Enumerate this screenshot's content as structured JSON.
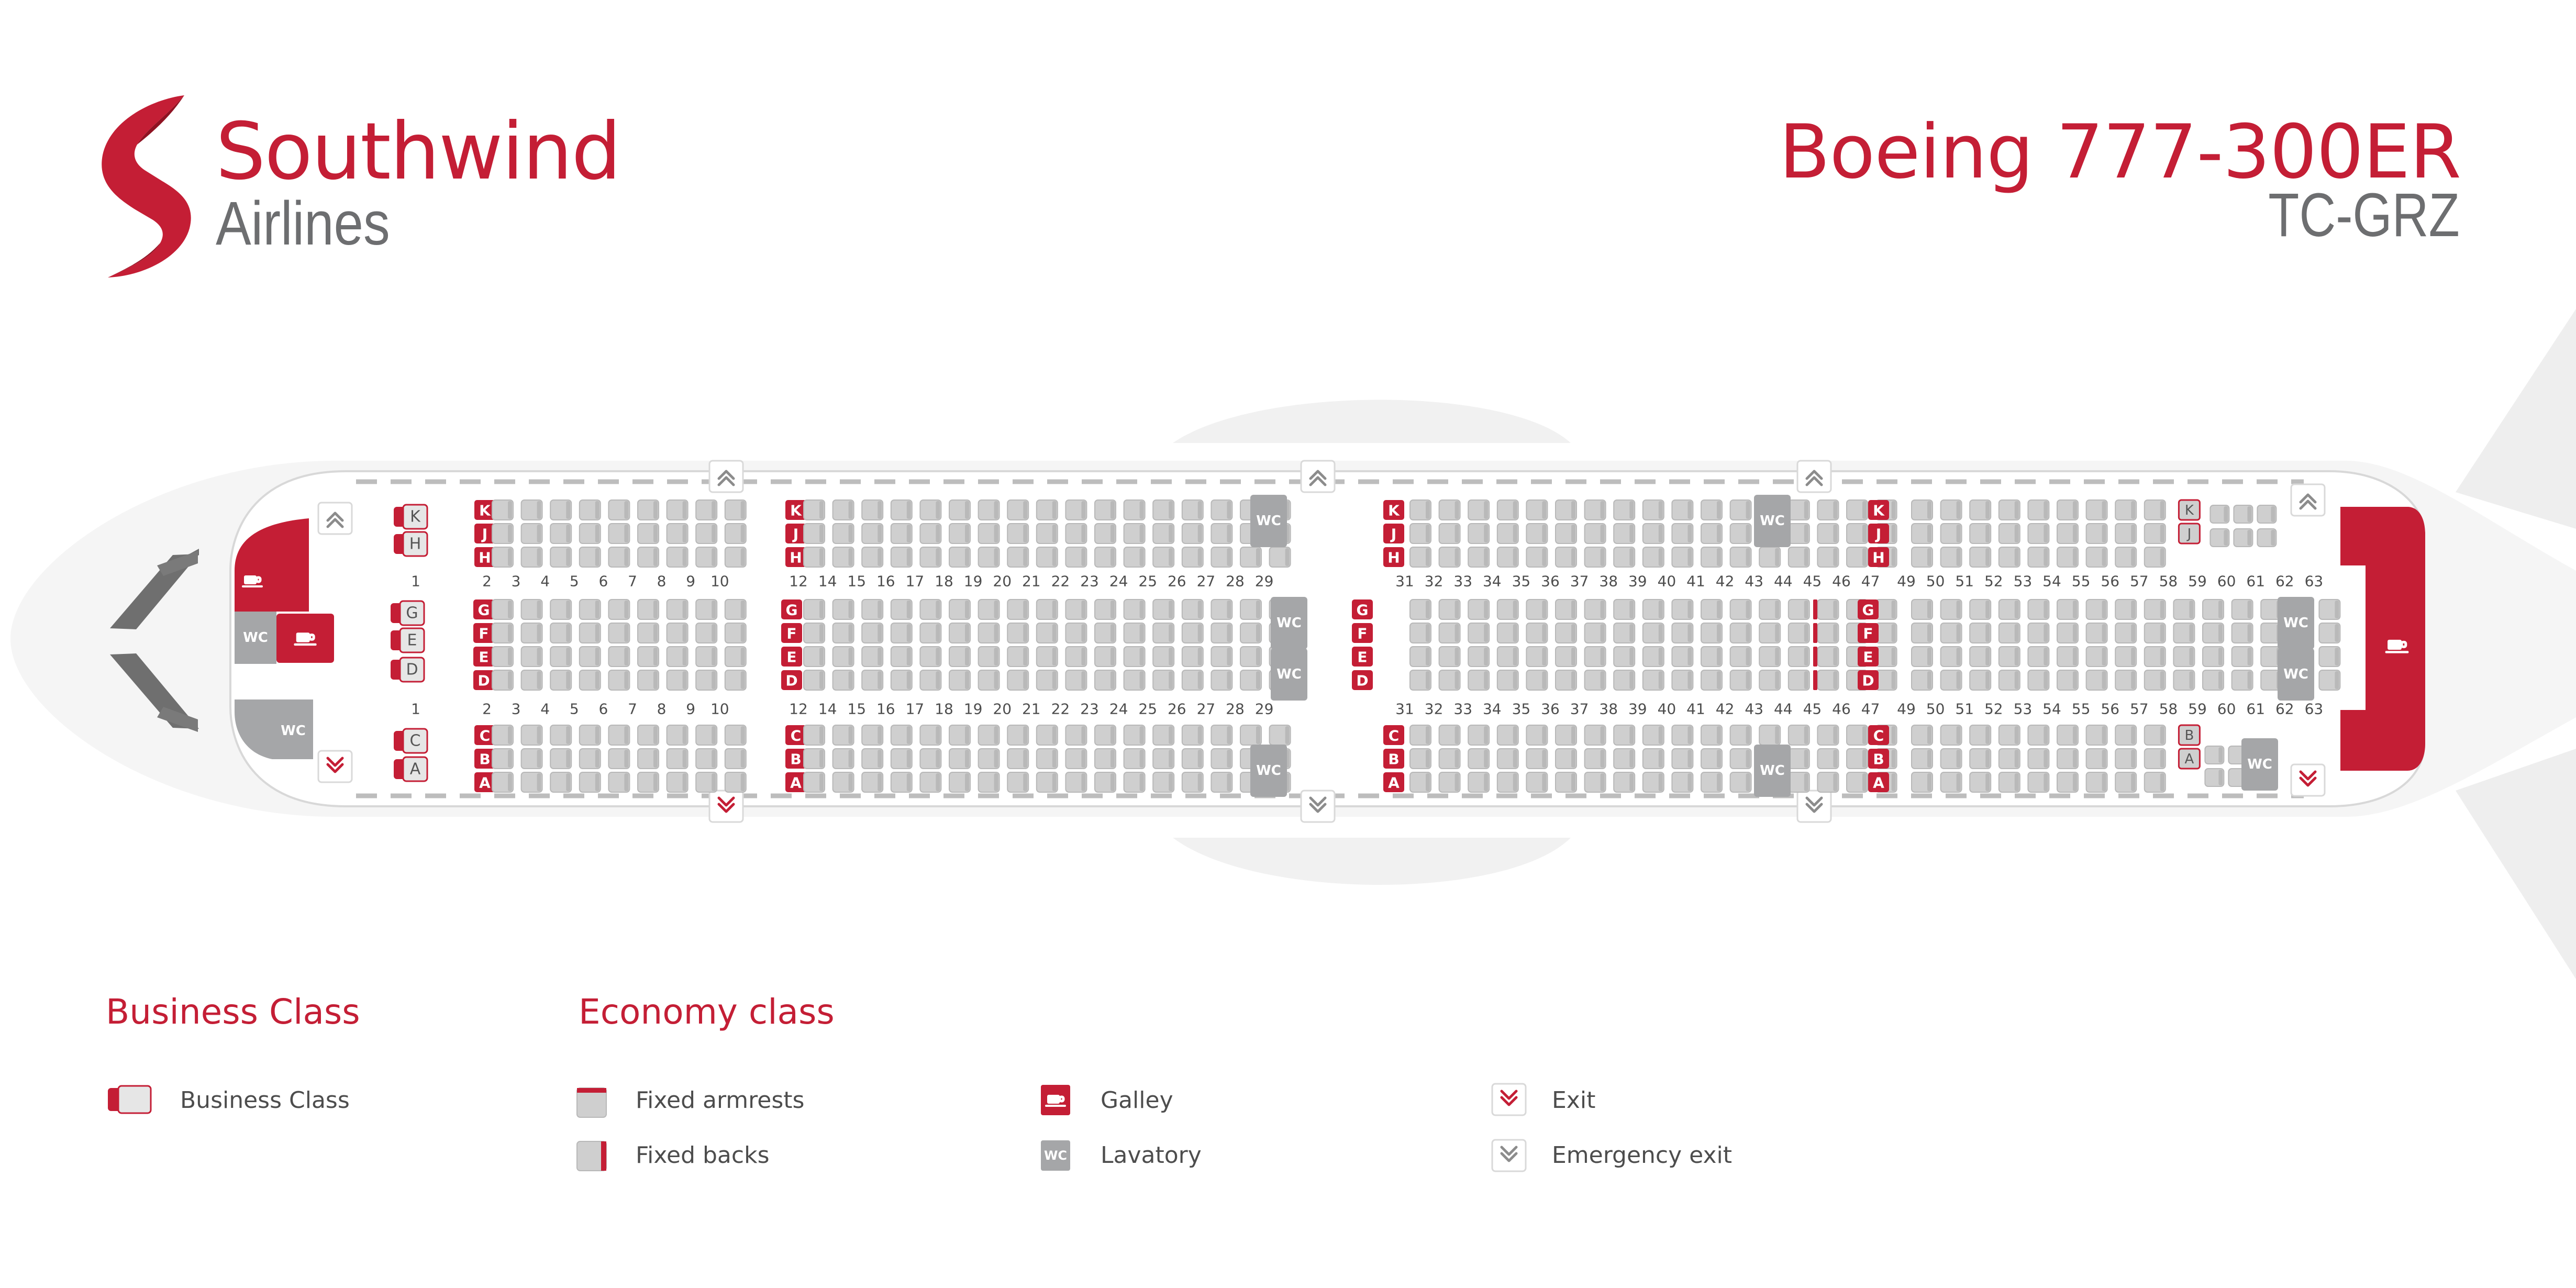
{
  "brand": {
    "name": "Southwind",
    "sub": "Airlines"
  },
  "aircraft": {
    "model": "Boeing 777-300ER",
    "registration": "TC-GRZ"
  },
  "colors": {
    "accent": "#c41e35",
    "seat": "#cfcfcf",
    "seat_border": "#b8b8b8",
    "lav": "#a5a6a8",
    "fuselage": "#f3f3f3",
    "text": "#4d4d4d"
  },
  "lavatory_label": "WC",
  "seatmap": {
    "business": {
      "rows": [
        1
      ],
      "seat_letters": {
        "top": [
          "K",
          "H"
        ],
        "middle": [
          "G",
          "E",
          "D"
        ],
        "bottom": [
          "C",
          "A"
        ]
      },
      "row_label_top": "1",
      "row_label_bottom": "1"
    },
    "economy_sections": [
      {
        "rows": [
          "2",
          "3",
          "4",
          "5",
          "6",
          "7",
          "8",
          "9",
          "10"
        ],
        "top_letters": [
          "K",
          "J",
          "H"
        ],
        "middle_letters": [
          "G",
          "F",
          "E",
          "D"
        ],
        "bottom_letters": [
          "C",
          "B",
          "A"
        ]
      },
      {
        "rows": [
          "12",
          "14",
          "15",
          "16",
          "17",
          "18",
          "19",
          "20",
          "21",
          "22",
          "23",
          "24",
          "25",
          "26",
          "27",
          "28",
          "29"
        ],
        "top_letters": [
          "K",
          "J",
          "H"
        ],
        "middle_letters": [
          "G",
          "F",
          "E",
          "D"
        ],
        "bottom_letters": [
          "C",
          "B",
          "A"
        ]
      },
      {
        "rows": [
          "31",
          "32",
          "33",
          "34",
          "35",
          "36",
          "37",
          "38",
          "39",
          "40",
          "41",
          "42",
          "43",
          "44",
          "45",
          "46",
          "47"
        ],
        "top_letters": [
          "K",
          "J",
          "H"
        ],
        "middle_letters": [
          "G",
          "F",
          "E",
          "D"
        ],
        "bottom_letters": [
          "C",
          "B",
          "A"
        ]
      },
      {
        "rows": [
          "49",
          "50",
          "51",
          "52",
          "53",
          "54",
          "55",
          "56",
          "57",
          "58",
          "59",
          "60",
          "61",
          "62",
          "63"
        ],
        "top_letters": [
          "K",
          "J",
          "H"
        ],
        "middle_letters": [
          "G",
          "F",
          "E",
          "D"
        ],
        "bottom_letters": [
          "C",
          "B",
          "A"
        ],
        "rear_top_letters": [
          "K",
          "J"
        ],
        "rear_bottom_letters": [
          "B",
          "A"
        ]
      }
    ]
  },
  "legend": {
    "business_heading": "Business Class",
    "economy_heading": "Economy class",
    "items": {
      "business_class": "Business Class",
      "fixed_armrests": "Fixed armrests",
      "fixed_backs": "Fixed backs",
      "galley": "Galley",
      "lavatory": "Lavatory",
      "exit": "Exit",
      "emergency_exit": "Emergency exit"
    }
  }
}
